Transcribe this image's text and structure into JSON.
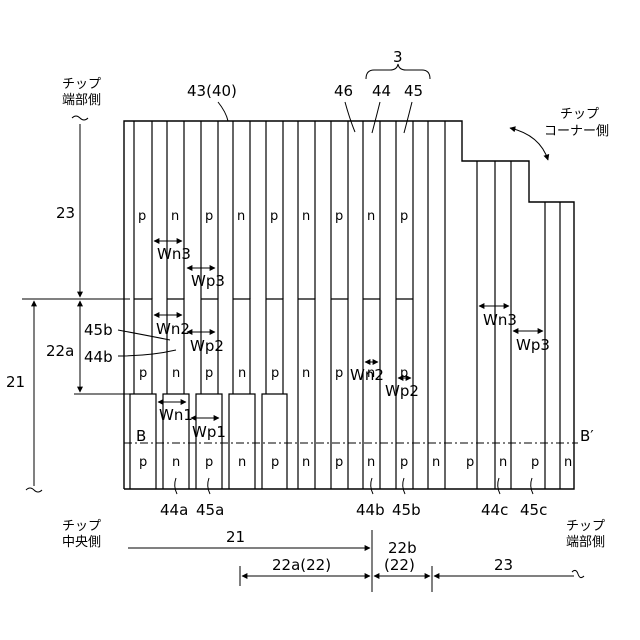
{
  "labels": {
    "chip_edge_side_top": [
      "チップ",
      "端部側"
    ],
    "chip_corner_side": [
      "チップ",
      "コーナー側"
    ],
    "chip_center_side": [
      "チップ",
      "中央側"
    ],
    "chip_edge_side_bottom": [
      "チップ",
      "端部側"
    ],
    "ref_43_40": "43(40)",
    "ref_46": "46",
    "ref_3": "3",
    "ref_44": "44",
    "ref_45": "45",
    "ref_23_left": "23",
    "ref_22a_left": "22a",
    "ref_21_left": "21",
    "ref_45b_left": "45b",
    "ref_44b_left": "44b",
    "wn3_top": "Wn3",
    "wp3_top": "Wp3",
    "wn2_left": "Wn2",
    "wp2_left": "Wp2",
    "wn1": "Wn1",
    "wp1": "Wp1",
    "wn2_mid": "Wn2",
    "wp2_mid": "Wp2",
    "wn3_right": "Wn3",
    "wp3_right": "Wp3",
    "b_left": "B",
    "b_right": "B′",
    "bottom_44a": "44a",
    "bottom_45a": "45a",
    "bottom_44b": "44b",
    "bottom_45b": "45b",
    "bottom_44c": "44c",
    "bottom_45c": "45c",
    "dim_21": "21",
    "dim_22a": "22a(22)",
    "dim_22b": "22b",
    "dim_22b_paren": "(22)",
    "dim_23": "23"
  },
  "region_top_letters": [
    "p",
    "n",
    "p",
    "n",
    "p",
    "n",
    "p",
    "n",
    "p"
  ],
  "region_mid_letters": [
    "p",
    "n",
    "p",
    "n",
    "p",
    "n",
    "p",
    "n",
    "p"
  ],
  "bottom_row_letters": [
    "p",
    "n",
    "p",
    "n",
    "p",
    "n",
    "p",
    "n",
    "p",
    "n",
    "p",
    "n",
    "p",
    "n"
  ]
}
